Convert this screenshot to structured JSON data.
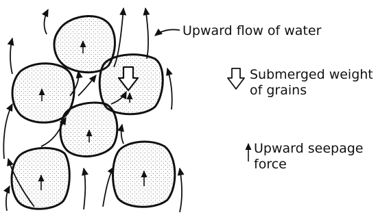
{
  "legend": {
    "flow_label": "Upward flow of water",
    "weight_label_line1": "Submerged weight",
    "weight_label_line2": "of grains",
    "seepage_label_line1": "Upward seepage",
    "seepage_label_line2": "force"
  },
  "colors": {
    "ink": "#111111",
    "stipple": "#555555",
    "background": "#ffffff"
  }
}
